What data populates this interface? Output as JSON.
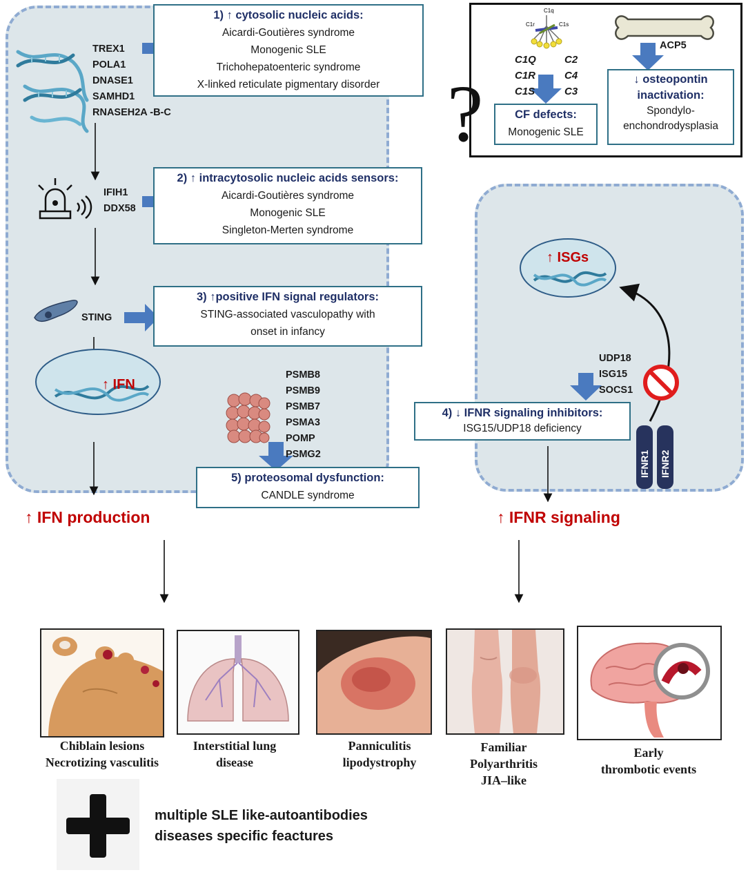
{
  "left_panel": {
    "genes_1": [
      "TREX1",
      "POLA1",
      "DNASE1",
      "SAMHD1",
      "RNASEH2A -B-C"
    ],
    "genes_2": [
      "IFIH1",
      "DDX58"
    ],
    "sting_label": "STING",
    "ifn_label": "↑ IFN",
    "genes_5": [
      "PSMB8",
      "PSMB9",
      "PSMB7",
      "PSMA3",
      "POMP",
      "PSMG2"
    ],
    "box1": {
      "title": "1) ↑ cytosolic nucleic acids:",
      "items": [
        "Aicardi-Goutières syndrome",
        "Monogenic SLE",
        "Trichohepatoenteric syndrome",
        "X-linked reticulate pigmentary disorder"
      ]
    },
    "box2": {
      "title": "2) ↑ intracytosolic nucleic acids sensors:",
      "items": [
        "Aicardi-Goutières syndrome",
        "Monogenic SLE",
        "Singleton-Merten syndrome"
      ]
    },
    "box3": {
      "title": "3) ↑positive IFN signal regulators:",
      "items": [
        "STING-associated vasculopathy with",
        "onset in infancy"
      ]
    },
    "box5": {
      "title": "5) proteosomal dysfunction:",
      "items": [
        "CANDLE syndrome"
      ]
    },
    "output_label": "↑ IFN production"
  },
  "top_right": {
    "question_mark": "?",
    "complement_labels": {
      "c1q": "C1q",
      "c1r": "C1r",
      "c1s": "C1s"
    },
    "complement_genes": [
      "C1Q",
      "C1R",
      "C1S",
      "C2",
      "C4",
      "C3"
    ],
    "cf_box": {
      "title": "CF defects:",
      "items": [
        "Monogenic SLE"
      ]
    },
    "acp5_label": "ACP5",
    "osteo_box": {
      "title": "↓ osteopontin inactivation:",
      "items": [
        "Spondylo-",
        "enchondrodysplasia"
      ]
    }
  },
  "right_panel": {
    "isgs_label": "↑ ISGs",
    "inhibitor_genes": [
      "UDP18",
      "ISG15",
      "SOCS1"
    ],
    "receptor_labels": [
      "IFNR1",
      "IFNR2"
    ],
    "box4": {
      "title": "4) ↓ IFNR signaling inhibitors:",
      "items": [
        "ISG15/UDP18 deficiency"
      ]
    },
    "output_label": "↑ IFNR signaling"
  },
  "manifestations": [
    {
      "lines": [
        "Chiblain lesions",
        "Necrotizing vasculitis"
      ]
    },
    {
      "lines": [
        "Interstitial lung",
        "disease"
      ]
    },
    {
      "lines": [
        "Panniculitis",
        "lipodystrophy"
      ]
    },
    {
      "lines": [
        "Familiar",
        "Polyarthritis",
        "JIA–like"
      ]
    },
    {
      "lines": [
        "Early",
        "thrombotic events"
      ]
    }
  ],
  "footer": {
    "plus_symbol": "+",
    "lines": [
      "multiple SLE like-autoantibodies",
      "diseases specific feactures"
    ]
  },
  "colors": {
    "panel_fill": "#dde6ea",
    "panel_border": "#8fabd2",
    "box_border": "#2e6f86",
    "arrow_blue": "#4a7abf",
    "title_red": "#c00000",
    "heading_navy": "#1f2f66"
  }
}
